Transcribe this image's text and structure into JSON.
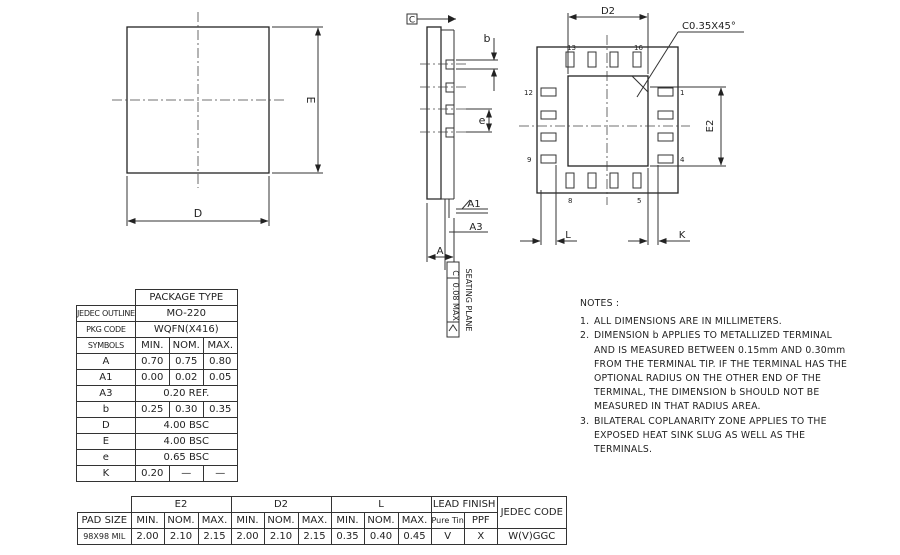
{
  "top_view": {
    "label_d": "D",
    "label_e": "E"
  },
  "side_view": {
    "label_c": "C",
    "label_b": "b",
    "label_e": "e",
    "label_a1": "A1",
    "label_a3": "A3",
    "label_a": "A",
    "seating_plane": "SEATING PLANE",
    "coplanarity_box": [
      "0.08 MAX.",
      "C"
    ]
  },
  "bottom_view": {
    "label_d2": "D2",
    "label_e2": "E2",
    "label_l": "L",
    "label_k": "K",
    "chamfer": "C0.35X45°",
    "pin_numbers": [
      "1",
      "4",
      "5",
      "8",
      "9",
      "12",
      "13",
      "16"
    ]
  },
  "package_table": {
    "title": "PACKAGE TYPE",
    "jedec_outline_label": "JEDEC OUTLINE",
    "jedec_outline_value": "MO-220",
    "pkg_code_label": "PKG CODE",
    "pkg_code_value": "WQFN(X416)",
    "header": [
      "SYMBOLS",
      "MIN.",
      "NOM.",
      "MAX."
    ],
    "rows": [
      {
        "sym": "A",
        "min": "0.70",
        "nom": "0.75",
        "max": "0.80"
      },
      {
        "sym": "A1",
        "min": "0.00",
        "nom": "0.02",
        "max": "0.05"
      },
      {
        "sym": "A3",
        "span": "0.20 REF."
      },
      {
        "sym": "b",
        "min": "0.25",
        "nom": "0.30",
        "max": "0.35"
      },
      {
        "sym": "D",
        "span": "4.00 BSC"
      },
      {
        "sym": "E",
        "span": "4.00 BSC"
      },
      {
        "sym": "e",
        "span": "0.65 BSC"
      },
      {
        "sym": "K",
        "min": "0.20",
        "nom": "—",
        "max": "—"
      }
    ]
  },
  "pad_table": {
    "groups": [
      "E2",
      "D2",
      "L",
      "LEAD FINISH",
      "JEDEC CODE"
    ],
    "header": [
      "PAD SIZE",
      "MIN.",
      "NOM.",
      "MAX.",
      "MIN.",
      "NOM.",
      "MAX.",
      "MIN.",
      "NOM.",
      "MAX.",
      "Pure Tin",
      "PPF"
    ],
    "row": [
      "98X98 MIL",
      "2.00",
      "2.10",
      "2.15",
      "2.00",
      "2.10",
      "2.15",
      "0.35",
      "0.40",
      "0.45",
      "V",
      "X",
      "W(V)GGC"
    ]
  },
  "notes": {
    "title": "NOTES :",
    "items": [
      {
        "num": "1.",
        "text": "ALL DIMENSIONS ARE IN MILLIMETERS."
      },
      {
        "num": "2.",
        "text": "DIMENSION b APPLIES TO METALLIZED TERMINAL AND IS MEASURED BETWEEN 0.15mm AND 0.30mm FROM THE TERMINAL TIP. IF THE TERMINAL HAS THE OPTIONAL RADIUS ON THE OTHER END OF THE TERMINAL, THE DIMENSION b SHOULD NOT BE MEASURED IN THAT RADIUS AREA."
      },
      {
        "num": "3.",
        "text": "BILATERAL COPLANARITY ZONE APPLIES TO THE EXPOSED HEAT SINK SLUG AS WELL AS THE TERMINALS."
      }
    ]
  }
}
